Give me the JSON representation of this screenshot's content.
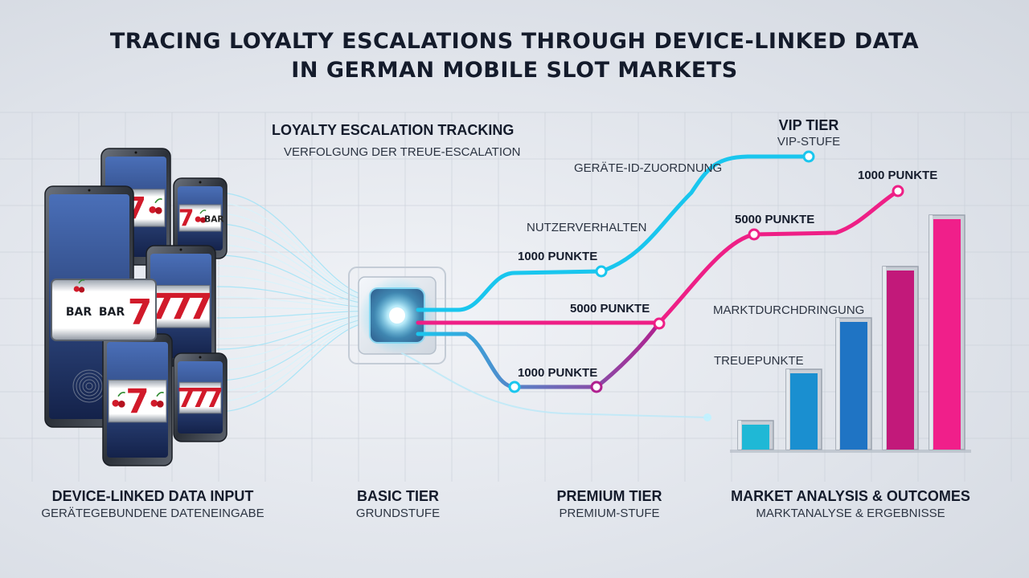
{
  "title": {
    "line1": "TRACING LOYALTY ESCALATIONS THROUGH DEVICE-LINKED DATA",
    "line2": "IN GERMAN MOBILE SLOT MARKETS"
  },
  "center_header": {
    "title": "LOYALTY ESCALATION TRACKING",
    "subtitle": "VERFOLGUNG DER TREUE-ESCALATION"
  },
  "vip": {
    "title": "VIP TIER",
    "subtitle": "VIP-STUFE"
  },
  "flow_labels": {
    "device_id": "GERÄTE-ID-ZUORDNUNG",
    "user_behavior": "NUTZERVERHALTEN",
    "market_penetration": "MARKTDURCHDRINGUNG",
    "loyalty_points": "TREUEPUNKTE"
  },
  "point_labels": {
    "cyan_1000": "1000 PUNKTE",
    "magenta_5000_mid": "5000 PUNKTE",
    "lower_1000": "1000 PUNKTE",
    "magenta_5000_top": "5000 PUNKTE",
    "magenta_1000_top": "1000 PUNKTE"
  },
  "footer": {
    "input": {
      "main": "DEVICE-LINKED DATA INPUT",
      "sub": "GERÄTEGEBUNDENE DATENEINGABE"
    },
    "basic": {
      "main": "BASIC TIER",
      "sub": "GRUNDSTUFE"
    },
    "premium": {
      "main": "PREMIUM TIER",
      "sub": "PREMIUM-STUFE"
    },
    "market": {
      "main": "MARKET ANALYSIS & OUTCOMES",
      "sub": "MARKTANALYSE & ERGEBNISSE"
    }
  },
  "reel_text": {
    "bar": "BAR",
    "seven": "7"
  },
  "market_bars": {
    "values": [
      1,
      2,
      3,
      4,
      5
    ],
    "colors": [
      "#1fb8d6",
      "#1a8fd0",
      "#1f74c4",
      "#c2197a",
      "#f01f8a"
    ]
  },
  "colors": {
    "cyan": "#19c6ee",
    "magenta": "#ee1f86",
    "purple": "#8a2aa8"
  },
  "icons": [
    "smartphone-icon",
    "cherry-icon",
    "fingerprint-icon",
    "processor-chip-icon"
  ]
}
